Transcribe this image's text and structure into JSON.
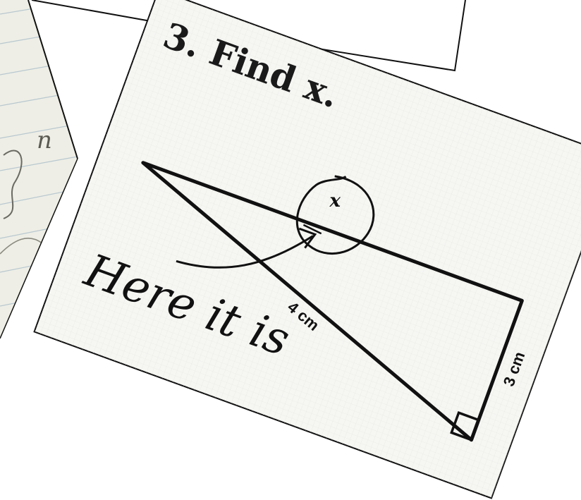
{
  "problem": {
    "title": "3. Find x.",
    "variable_label": "x",
    "base_label": "4 cm",
    "height_label": "3 cm"
  },
  "handwriting": {
    "answer_note": "Here it is"
  },
  "background_notebook": {
    "visible_scribble": "n"
  },
  "colors": {
    "paper": "#f6f6f3",
    "ink": "#111111",
    "notebook": "#eeeee6",
    "notebook_lines": "#b8c8cf"
  }
}
